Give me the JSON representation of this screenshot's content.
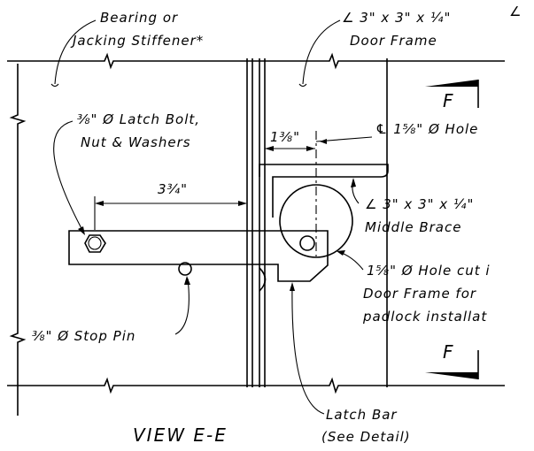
{
  "view_title": "VIEW E-E",
  "section_marker": "F",
  "labels": {
    "bearing_line1": "Bearing or",
    "bearing_line2": "Jacking Stiffener*",
    "door_frame_line1": "∠ 3\" x 3\" x ¼\"",
    "door_frame_line2": "Door Frame",
    "latch_bolt_line1": "⅜\" Ø Latch Bolt,",
    "latch_bolt_line2": "Nut & Washers",
    "dim_1_3_8": "1⅜\"",
    "hole_centerline": "℄ 1⅝\" Ø Hole",
    "dim_3_3_4": "3¾\"",
    "middle_brace_line1": "∠ 3\" x 3\" x ¼\"",
    "middle_brace_line2": "Middle Brace",
    "hole_cut_line1": "1⅝\" Ø Hole cut i",
    "hole_cut_line2": "Door Frame for",
    "hole_cut_line3": "padlock installat",
    "stop_pin": "⅜\" Ø Stop Pin",
    "latch_bar_line1": "Latch Bar",
    "latch_bar_line2": "(See Detail)",
    "corner_angle": "∠"
  }
}
